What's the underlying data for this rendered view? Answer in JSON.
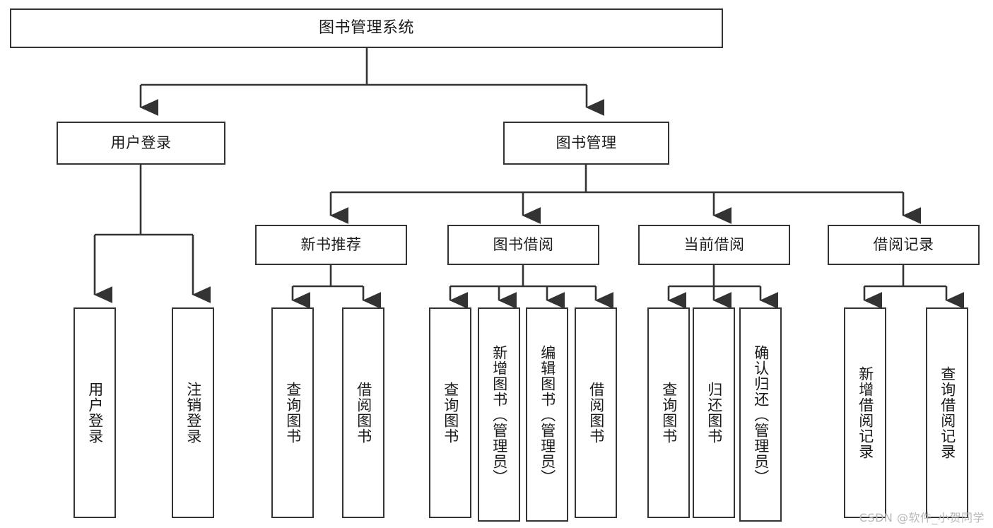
{
  "diagram": {
    "type": "tree",
    "title": "图书管理系统",
    "colors": {
      "box_border": "#333333",
      "box_fill": "#ffffff",
      "edge": "#333333",
      "text": "#1a1a1a",
      "watermark": "#b8b8b8",
      "background": "#ffffff"
    },
    "nodes": {
      "root": {
        "label": "图书管理系统"
      },
      "level2": [
        {
          "id": "user_login",
          "label": "用户登录"
        },
        {
          "id": "book_manage",
          "label": "图书管理"
        }
      ],
      "level3": [
        {
          "id": "new_book_rec",
          "label": "新书推荐"
        },
        {
          "id": "book_borrow",
          "label": "图书借阅"
        },
        {
          "id": "current_borrow",
          "label": "当前借阅"
        },
        {
          "id": "borrow_record",
          "label": "借阅记录"
        }
      ],
      "leaves_user_login": [
        {
          "id": "leaf_user_login",
          "label": "用户登录"
        },
        {
          "id": "leaf_logout",
          "label": "注销登录"
        }
      ],
      "leaves_new_book_rec": [
        {
          "id": "leaf_query_book_1",
          "label": "查询图书"
        },
        {
          "id": "leaf_borrow_book_1",
          "label": "借阅图书"
        }
      ],
      "leaves_book_borrow": [
        {
          "id": "leaf_query_book_2",
          "label": "查询图书"
        },
        {
          "id": "leaf_add_book",
          "label": "新增图书（管理员）"
        },
        {
          "id": "leaf_edit_book",
          "label": "编辑图书（管理员）"
        },
        {
          "id": "leaf_borrow_book_2",
          "label": "借阅图书"
        }
      ],
      "leaves_current_borrow": [
        {
          "id": "leaf_query_book_3",
          "label": "查询图书"
        },
        {
          "id": "leaf_return_book",
          "label": "归还图书"
        },
        {
          "id": "leaf_confirm_return",
          "label": "确认归还（管理员）"
        }
      ],
      "leaves_borrow_record": [
        {
          "id": "leaf_add_record",
          "label": "新增借阅记录"
        },
        {
          "id": "leaf_query_record",
          "label": "查询借阅记录"
        }
      ]
    },
    "watermark": "CSDN @软件_小贺同学"
  }
}
